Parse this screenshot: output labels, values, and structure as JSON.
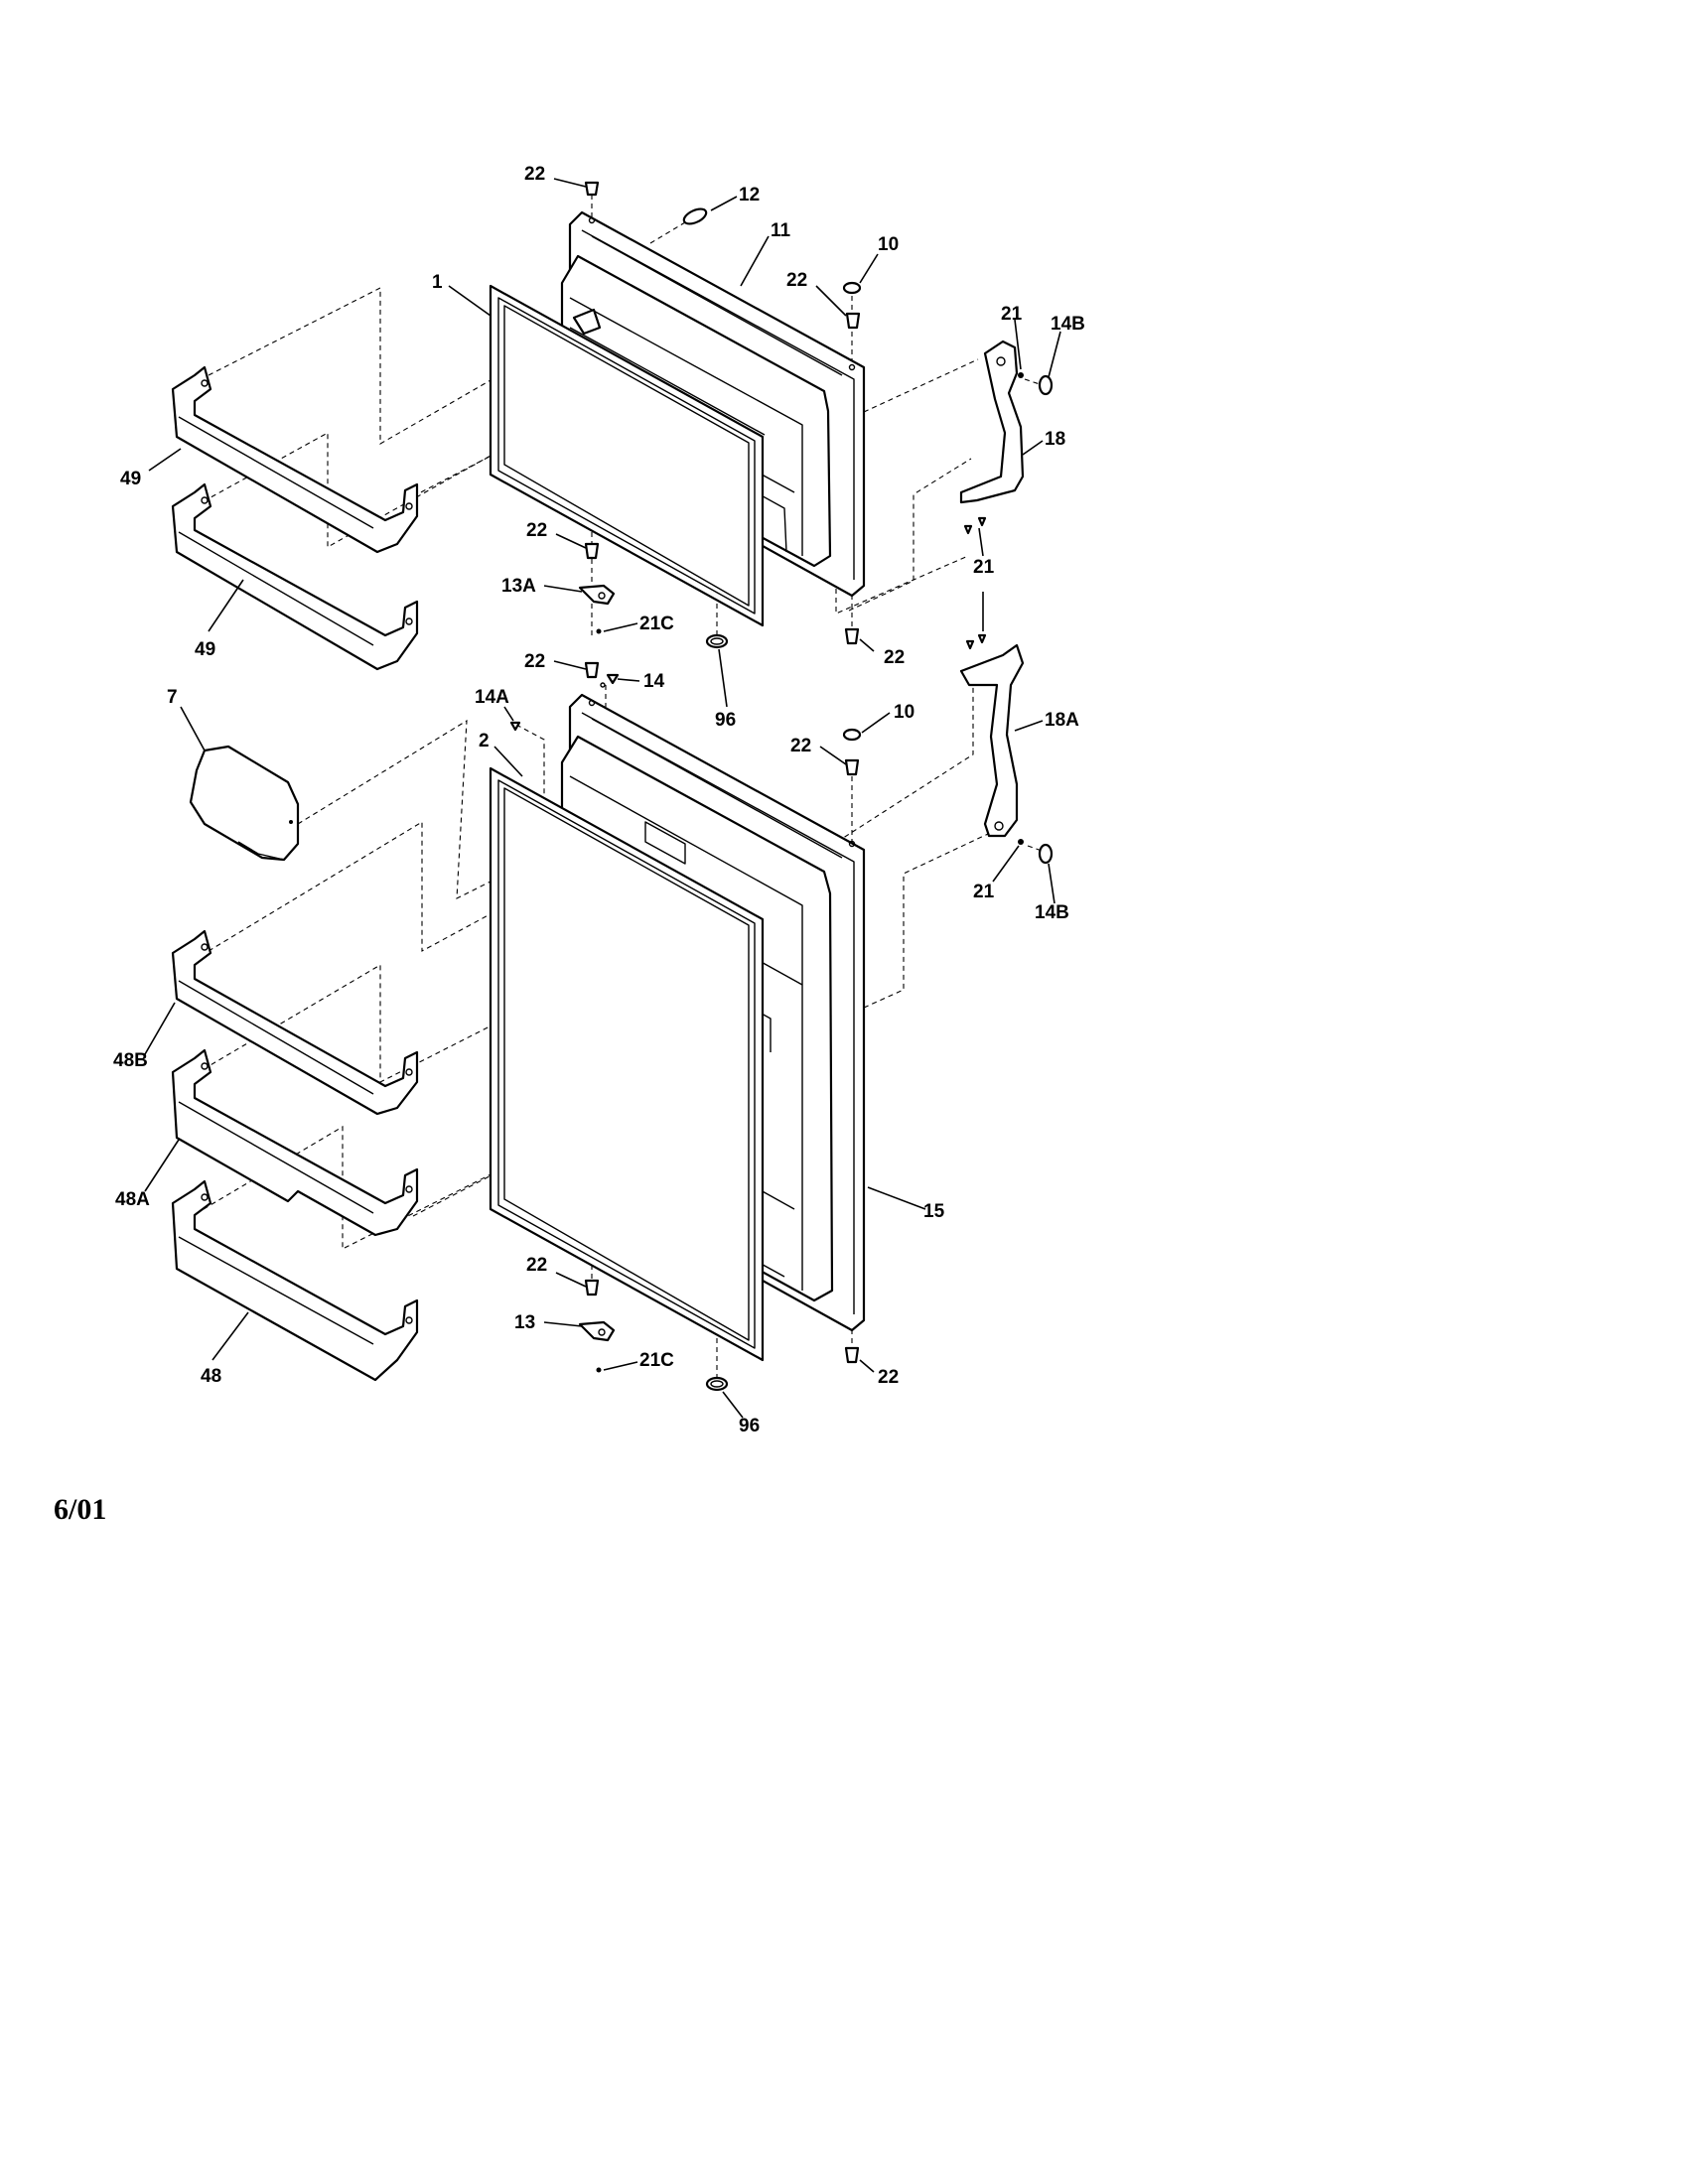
{
  "diagram": {
    "date_code": "6/01",
    "callouts": {
      "p22_top": "22",
      "p12": "12",
      "p11": "11",
      "p10_a": "10",
      "p22_hinge_a": "22",
      "p1": "1",
      "p21_top": "21",
      "p14B_top": "14B",
      "p18": "18",
      "p49_a": "49",
      "p49_b": "49",
      "p22_mid_a": "22",
      "p13A": "13A",
      "p21C_a": "21C",
      "p21_mid": "21",
      "p22_mid_b": "22",
      "p96_a": "96",
      "p22_lower_top": "22",
      "p14": "14",
      "p14A": "14A",
      "p7": "7",
      "p2": "2",
      "p10_b": "10",
      "p22_hinge_b": "22",
      "p18A": "18A",
      "p21_low": "21",
      "p14B_low": "14B",
      "p48B": "48B",
      "p48A": "48A",
      "p48": "48",
      "p15": "15",
      "p22_low_a": "22",
      "p13": "13",
      "p21C_b": "21C",
      "p96_b": "96",
      "p22_low_b": "22"
    }
  }
}
